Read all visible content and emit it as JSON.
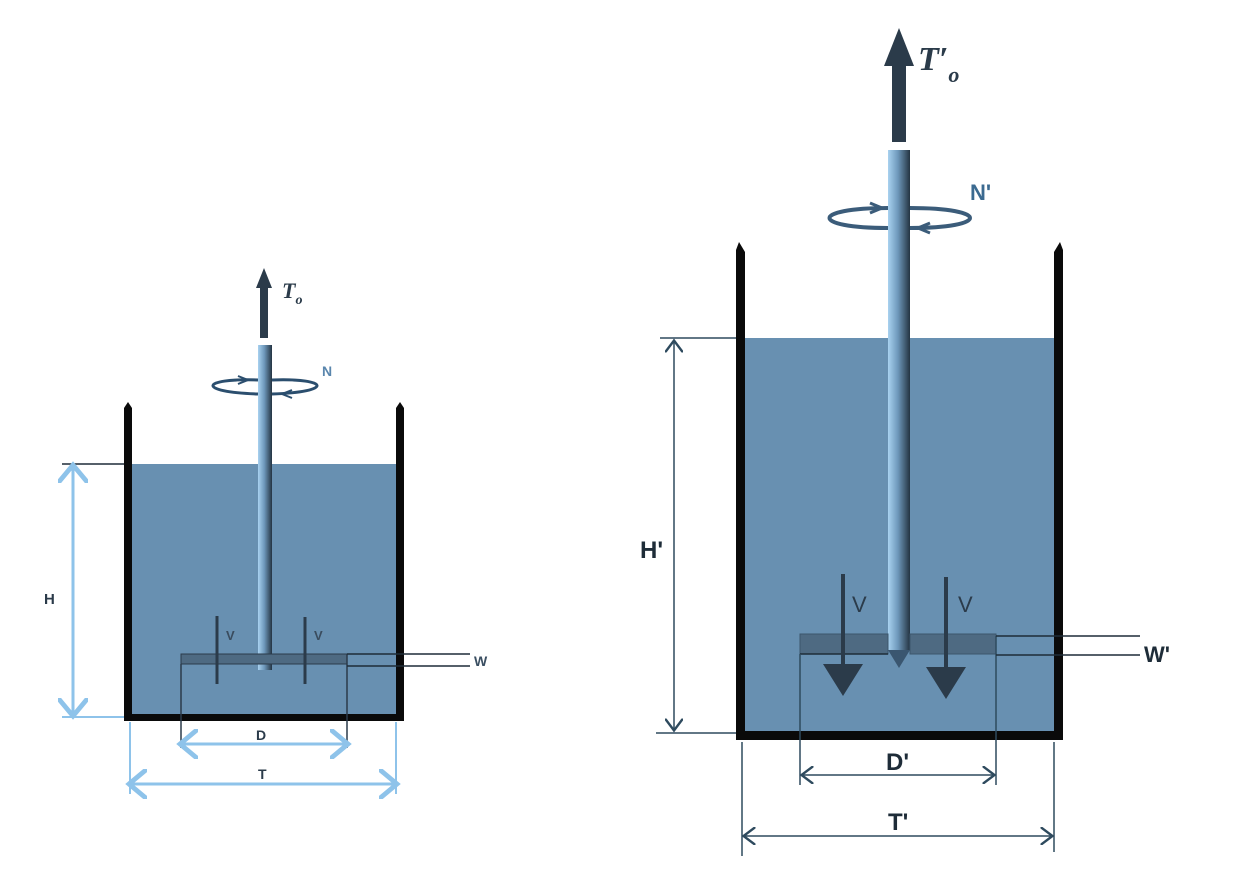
{
  "colors": {
    "liquid": "#6890b1",
    "wall": "#0a0a0a",
    "shaft_light": "#8fbde0",
    "shaft_dark": "#2b3c4d",
    "arrow_dark": "#2b3b4a",
    "dim_small": "#8ec3ea",
    "dim_large": "#2e4a5e",
    "impeller": "#4e6a82"
  },
  "small_tank": {
    "torque_label": "T",
    "torque_sub": "o",
    "speed_label": "N",
    "height_label": "H",
    "impeller_diameter_label": "D",
    "tank_diameter_label": "T",
    "blade_width_label": "W",
    "velocity_labels": [
      "V",
      "V"
    ]
  },
  "large_tank": {
    "torque_label": "T′",
    "torque_sub": "o",
    "speed_label": "N'",
    "height_label": "H'",
    "impeller_diameter_label": "D'",
    "tank_diameter_label": "T'",
    "blade_width_label": "W'",
    "velocity_labels": [
      "V",
      "V"
    ]
  }
}
